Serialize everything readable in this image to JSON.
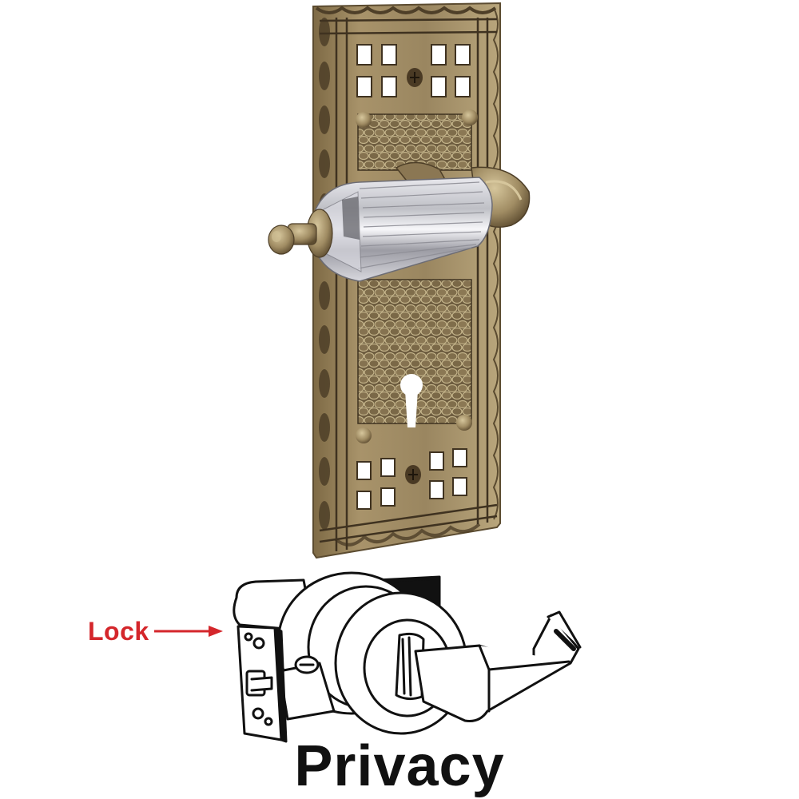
{
  "product": {
    "finish_color": "#9a8660",
    "finish_dark": "#5b4b30",
    "finish_light": "#c9b88e",
    "lever_material": "crystal",
    "plate_style": "arts-and-crafts",
    "has_keyhole": true,
    "icon": "backplate-with-crystal-lever"
  },
  "diagram": {
    "icon": "cylindrical-lockset-line-drawing",
    "callout": {
      "label": "Lock",
      "color": "#d4262b",
      "icon": "arrow-right-icon"
    }
  },
  "caption": {
    "function": "Privacy",
    "color": "#111111"
  }
}
